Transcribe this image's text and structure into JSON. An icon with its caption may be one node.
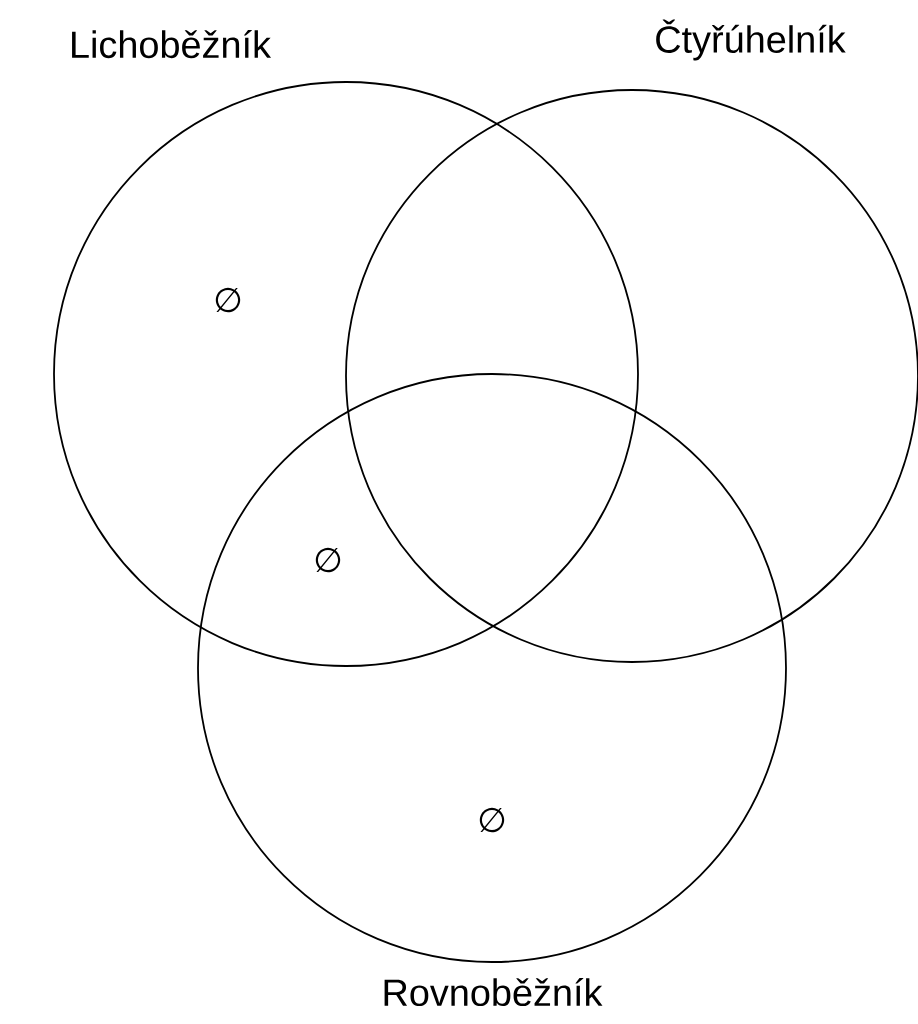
{
  "diagram": {
    "nodes": [
      {
        "text": [
          "Lichoběžník"
        ]
      },
      {
        "text": [
          "Čtyřúhelník"
        ]
      },
      {
        "text": [
          "Rovnoběžník"
        ]
      }
    ],
    "labels": [
      "∅",
      "∅",
      "∅"
    ]
  }
}
